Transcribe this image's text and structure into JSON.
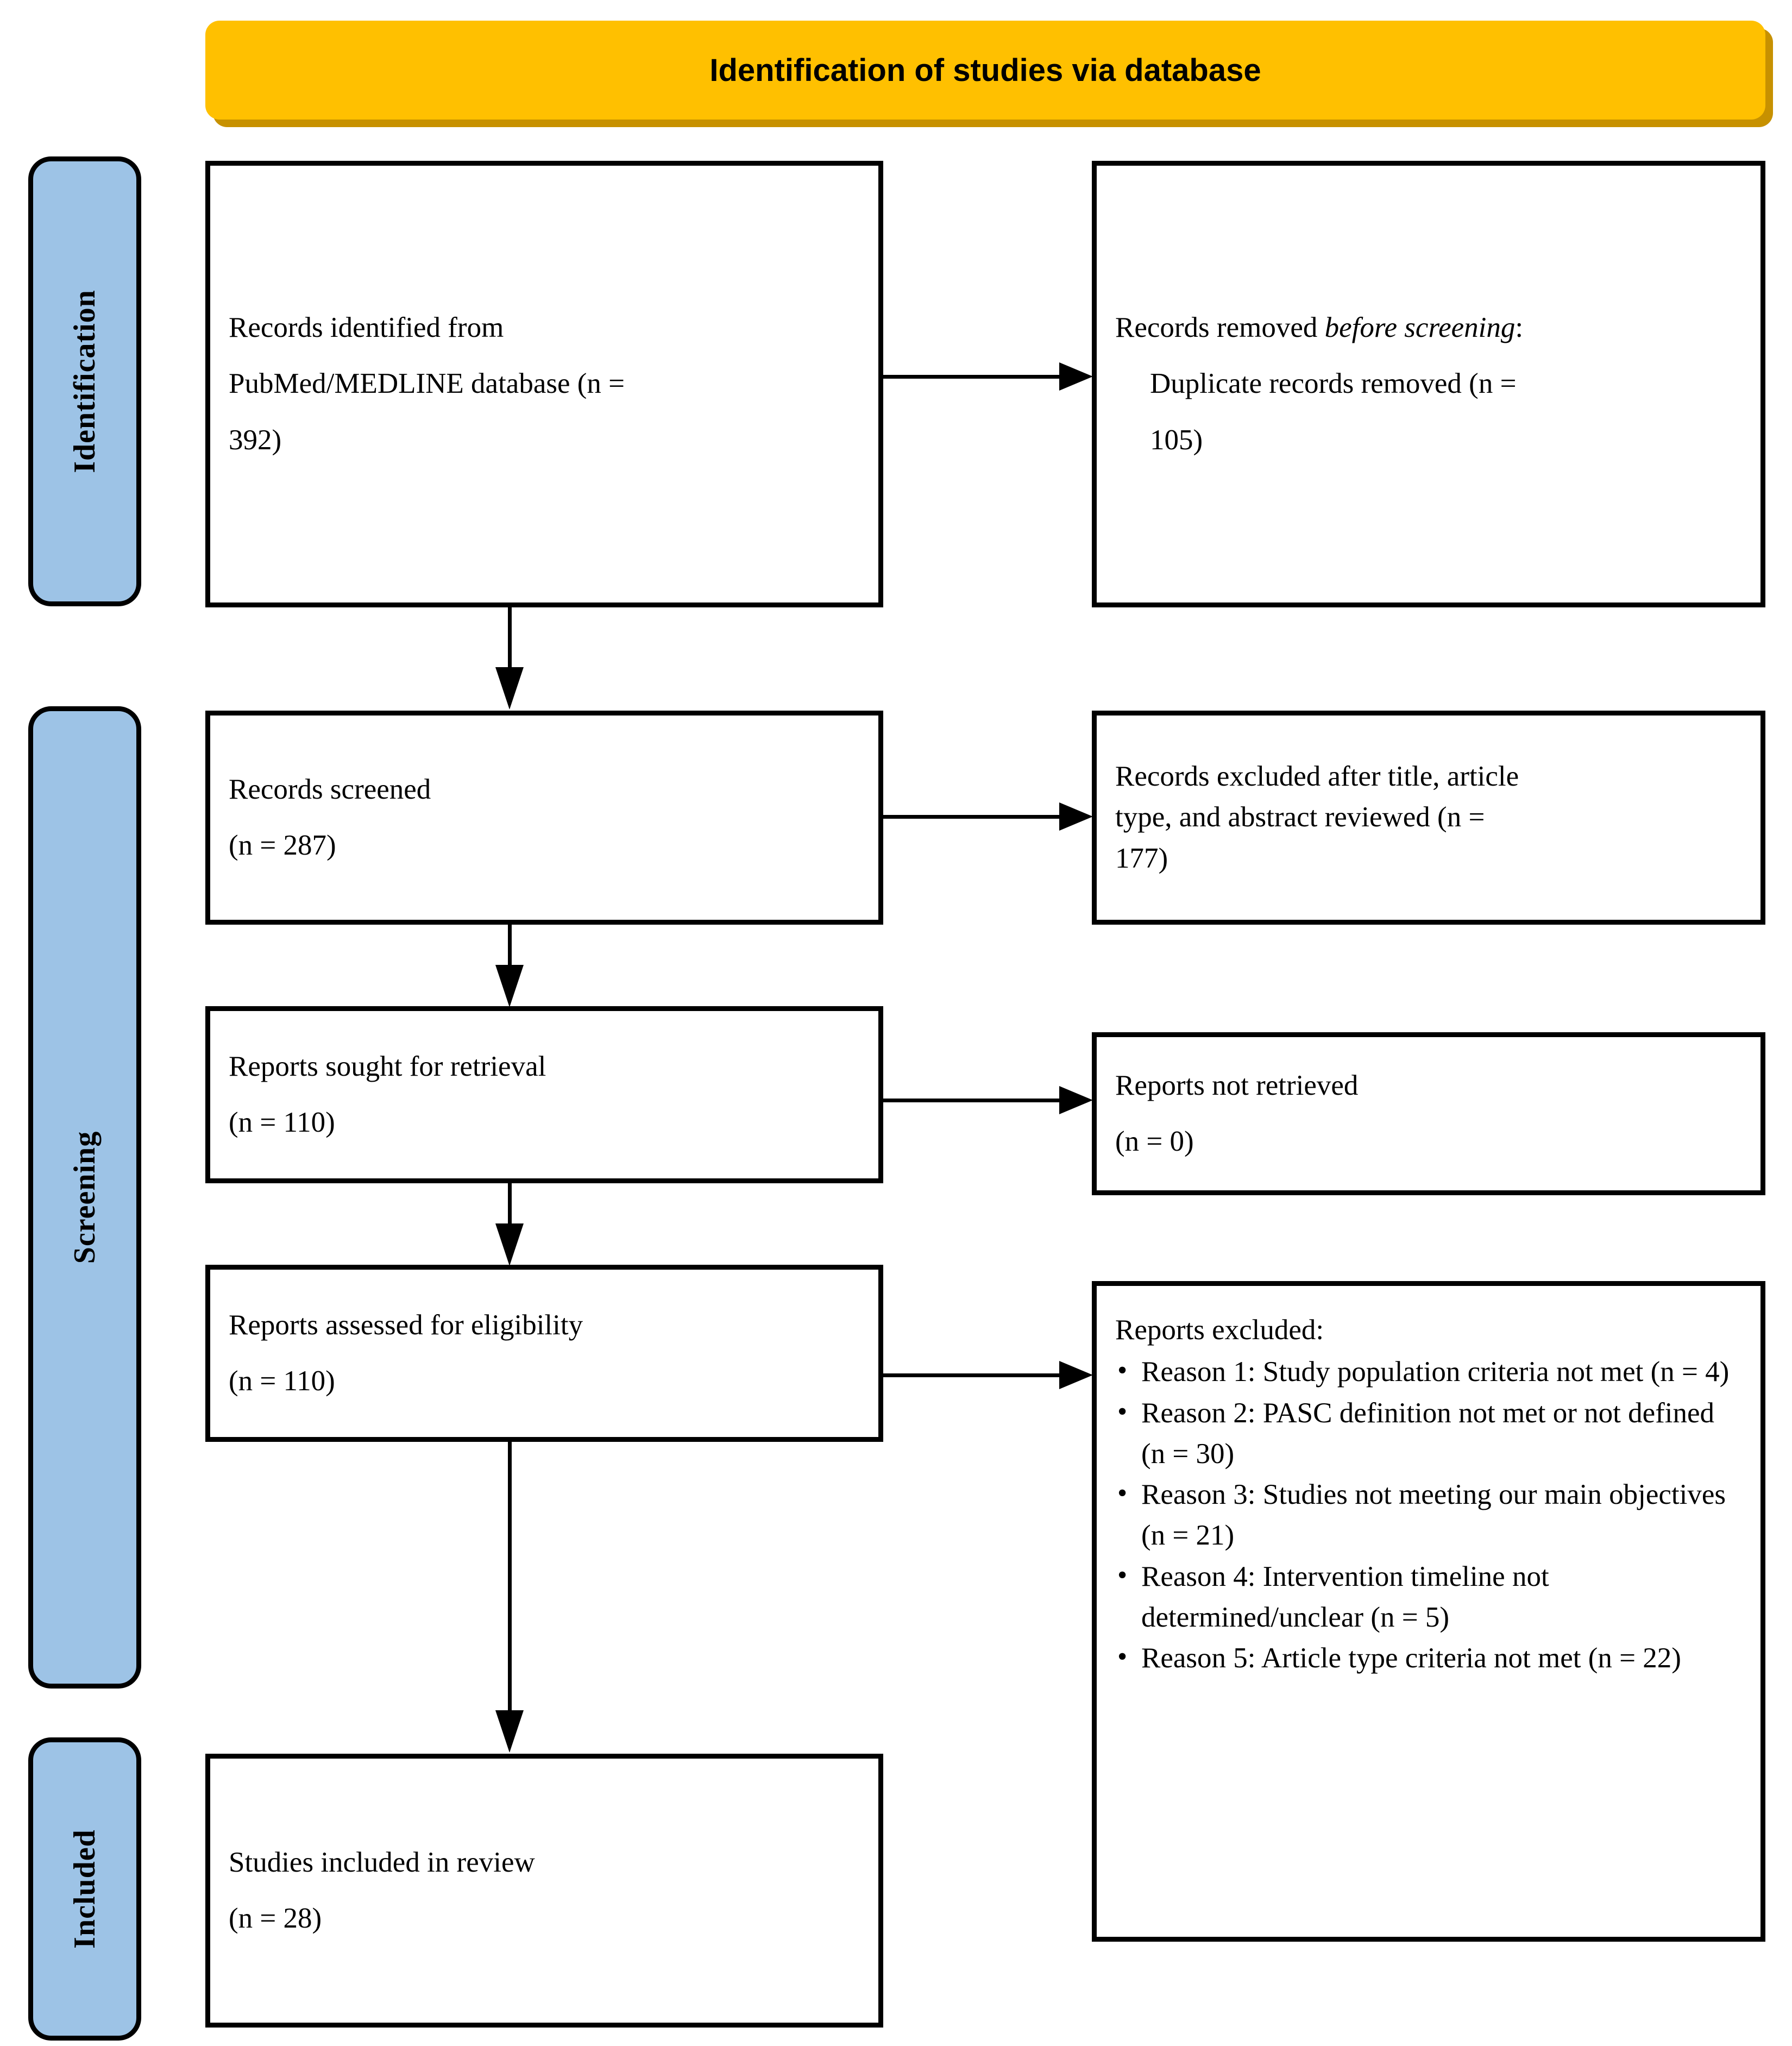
{
  "diagram": {
    "title": "Identification of studies via database",
    "colors": {
      "banner_fill": "#FFC000",
      "banner_shadow": "#C79100",
      "pill_fill": "#9DC3E6",
      "line": "#000000",
      "box_fill": "#FFFFFF"
    },
    "stages": [
      {
        "id": "identification",
        "label": "Identification"
      },
      {
        "id": "screening",
        "label": "Screening"
      },
      {
        "id": "included",
        "label": "Included"
      }
    ],
    "boxes": {
      "records_identified": {
        "line1": "Records identified from",
        "line2": "PubMed/MEDLINE database (n =",
        "line3": "392)"
      },
      "records_removed": {
        "line1_pre": "Records removed ",
        "line1_em": "before screening",
        "line1_post": ":",
        "line2": "Duplicate records removed   (n =",
        "line3": "105)"
      },
      "records_screened": {
        "line1": "Records screened",
        "line2": "(n = 287)"
      },
      "records_excluded": {
        "line1": "Records excluded after title, article",
        "line2": "type, and abstract reviewed (n =",
        "line3": "177)"
      },
      "reports_sought": {
        "line1": "Reports sought for retrieval",
        "line2": "(n = 110)"
      },
      "reports_not_retrieved": {
        "line1": "Reports not retrieved",
        "line2": "(n = 0)"
      },
      "reports_assessed": {
        "line1": "Reports assessed for eligibility",
        "line2": "(n = 110)"
      },
      "reports_excluded": {
        "heading": "Reports excluded:",
        "items": [
          "Reason 1: Study population criteria not met (n = 4)",
          "Reason 2: PASC definition not met or not defined (n = 30)",
          "Reason 3: Studies not meeting our main objectives (n = 21)",
          "Reason 4: Intervention timeline not determined/unclear (n = 5)",
          "Reason 5: Article type criteria not met (n = 22)"
        ]
      },
      "studies_included": {
        "line1": "Studies included in review",
        "line2": "(n = 28)"
      }
    }
  }
}
